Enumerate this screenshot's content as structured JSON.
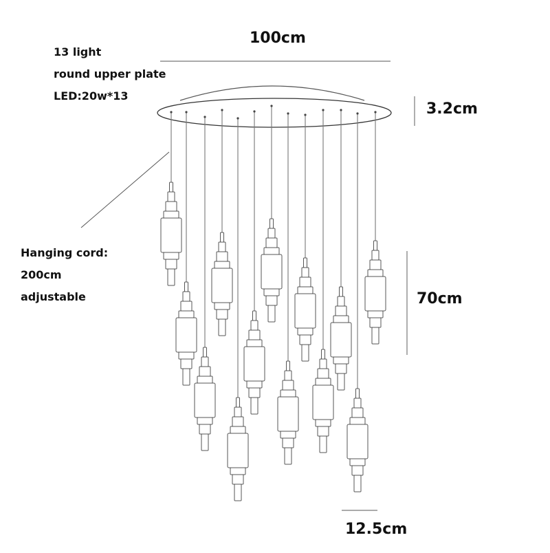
{
  "specs": [
    "13 light",
    "round upper plate",
    "LED:20w*13"
  ],
  "dims": {
    "width": "100cm",
    "plate_height": "3.2cm",
    "drop_height": "70cm",
    "pendant_width": "12.5cm"
  },
  "cord": [
    "Hanging cord:",
    "200cm",
    "adjustable"
  ],
  "pendant_count": 13,
  "colors": {
    "line": "#777777",
    "text": "#111111",
    "background": "#ffffff"
  }
}
